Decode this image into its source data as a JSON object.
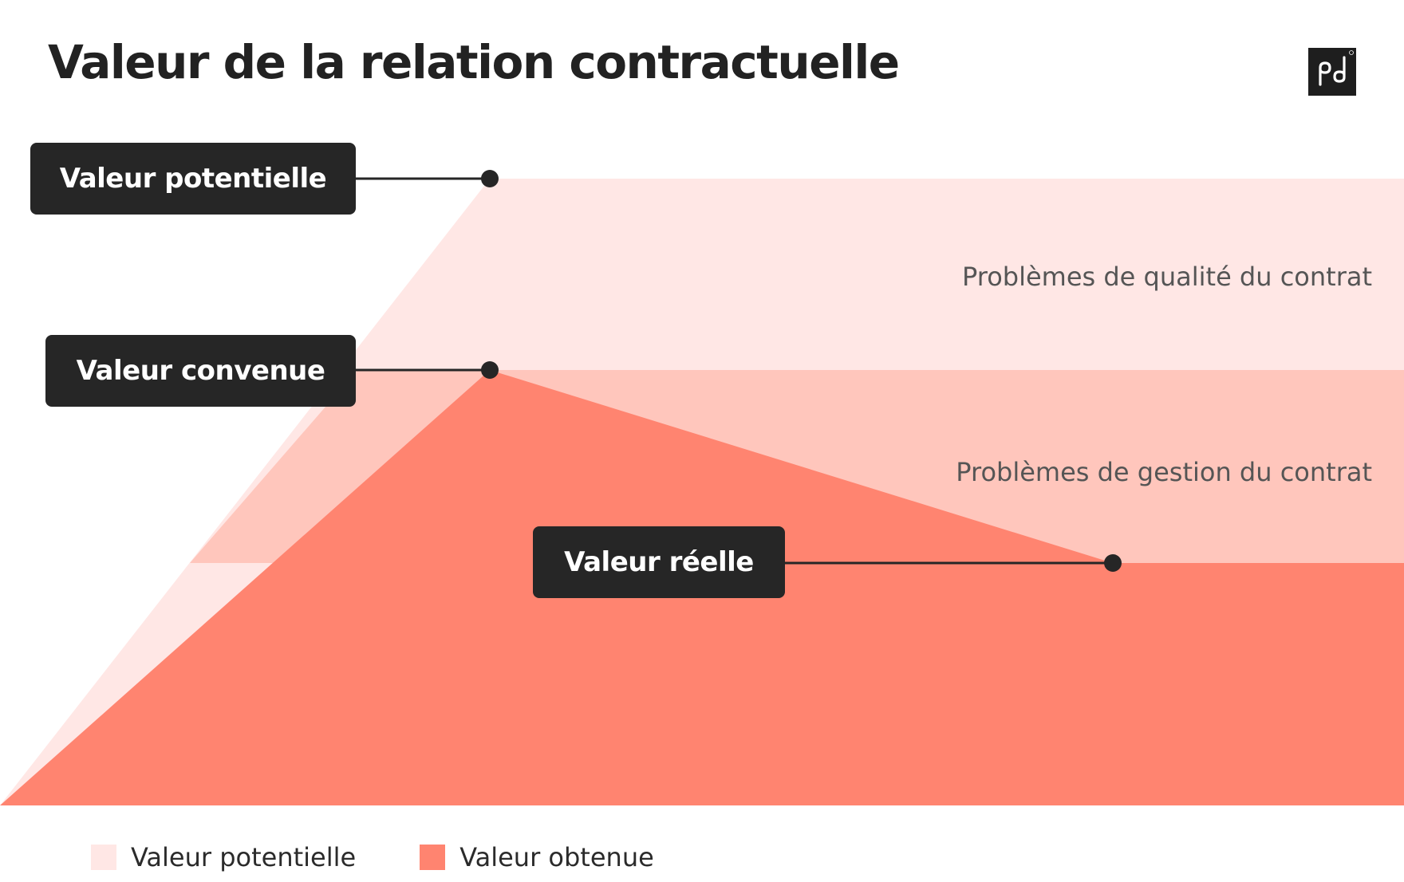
{
  "title": "Valeur de la relation contractuelle",
  "logo": {
    "icon": "pd-logo",
    "background": "#1e1e1e",
    "foreground": "#ffffff"
  },
  "colors": {
    "potential_fill": "#ffe7e5",
    "gap_fill": "#ffc6bc",
    "obtained_fill": "#ff8470",
    "tag_background": "#262626",
    "connector": "#262626"
  },
  "markers": {
    "potential": "Valeur potentielle",
    "agreed": "Valeur convenue",
    "actual": "Valeur réelle"
  },
  "regions": {
    "quality": "Problèmes de qualité du contrat",
    "management": "Problèmes de gestion du contrat"
  },
  "legend": [
    {
      "label": "Valeur potentielle",
      "color": "#ffe7e5"
    },
    {
      "label": "Valeur obtenue",
      "color": "#ff8470"
    }
  ]
}
